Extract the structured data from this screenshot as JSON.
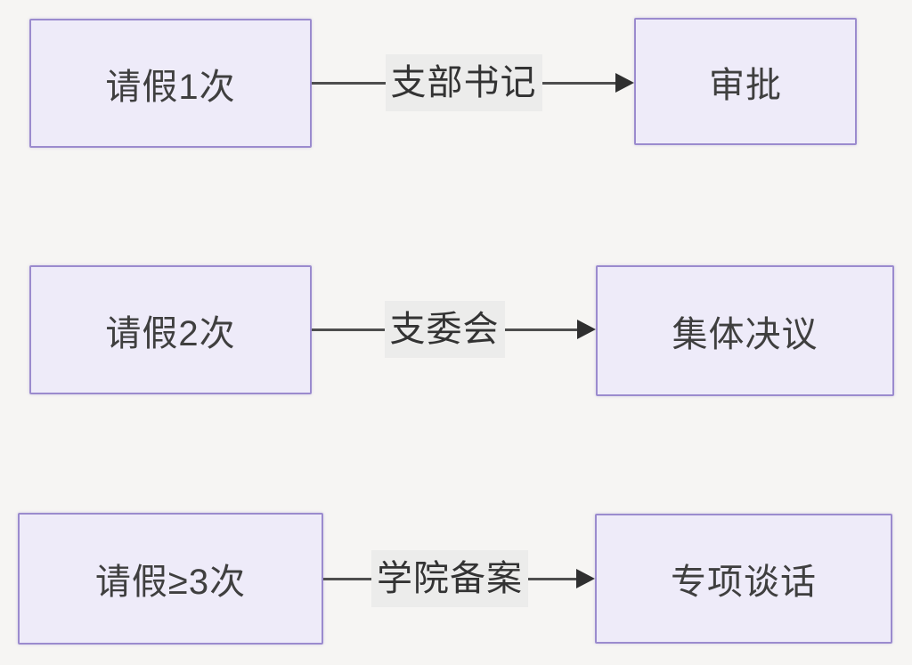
{
  "diagram": {
    "type": "flowchart",
    "direction": "left-to-right",
    "rows": [
      {
        "source": "请假1次",
        "edge_label": "支部书记",
        "target": "审批"
      },
      {
        "source": "请假2次",
        "edge_label": "支委会",
        "target": "集体决议"
      },
      {
        "source": "请假≥3次",
        "edge_label": "学院备案",
        "target": "专项谈话"
      }
    ]
  },
  "colors": {
    "background": "#f6f5f3",
    "node_fill": "#eeebf9",
    "node_border": "#9b8bce",
    "node_text": "#3f3f3f",
    "edge_line": "#4e4e4e",
    "arrowhead": "#2f2f2f",
    "edge_label_bg": "#ececeb",
    "edge_label_text": "#333333"
  }
}
